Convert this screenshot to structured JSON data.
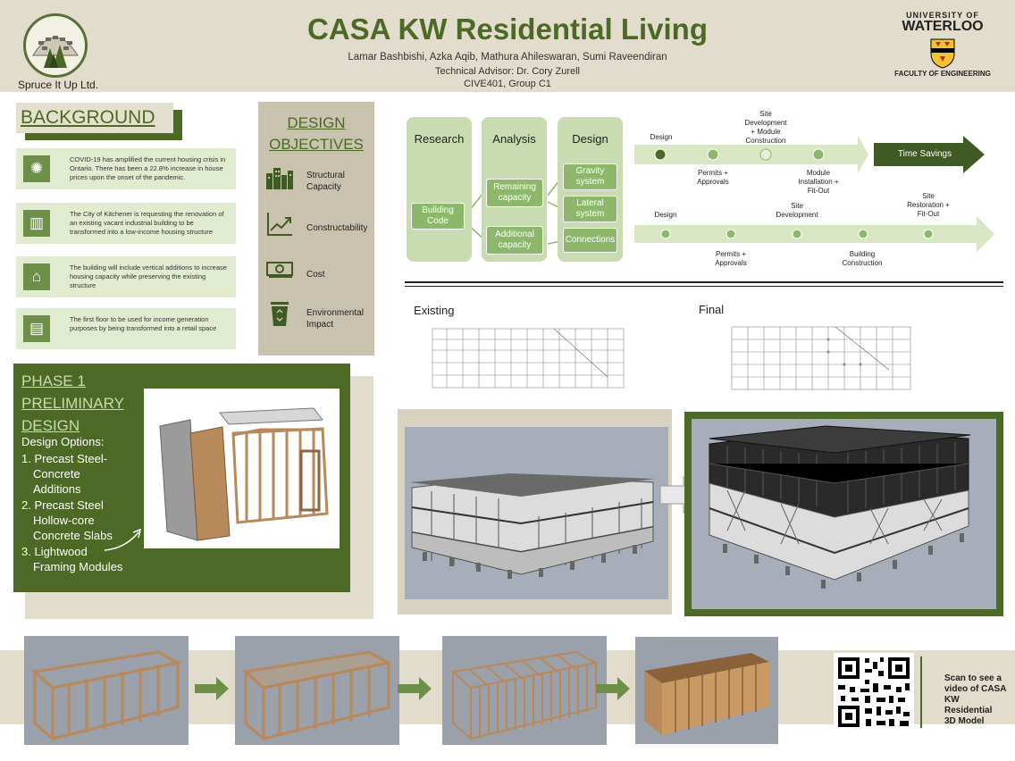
{
  "header": {
    "title": "CASA KW Residential Living",
    "authors": "Lamar Bashbishi, Azka Aqib, Mathura Ahileswaran, Sumi Raveendiran",
    "advisor": "Technical Advisor: Dr. Cory Zurell",
    "course": "CIVE401, Group C1",
    "company": "Spruce It Up Ltd.",
    "uw_top": "UNIVERSITY OF",
    "uw_main": "WATERLOO",
    "uw_faculty": "FACULTY OF ENGINEERING"
  },
  "background": {
    "title": "BACKGROUND",
    "items": [
      {
        "icon": "virus-icon",
        "text": "COVID-19 has amplified the current housing crisis in Ontario. There has been a 22.8% increase in house prices upon the onset of the pandemic."
      },
      {
        "icon": "building-icon",
        "text": "The City of Kitchener is requesting the renovation of an existing vacant industrial building to be transformed into a low-income housing structure"
      },
      {
        "icon": "house-icon",
        "text": "The building will include vertical additions to increase housing capacity while preserving the existing structure"
      },
      {
        "icon": "storefront-icon",
        "text": "The first floor to be used for income generation purposes by being transformed into a retail space"
      }
    ]
  },
  "objectives": {
    "title_line1": "DESIGN",
    "title_line2": "OBJECTIVES",
    "items": [
      {
        "icon": "city-icon",
        "line1": "Structural",
        "line2": "Capacity"
      },
      {
        "icon": "growth-chart-icon",
        "line1": "Constructability",
        "line2": ""
      },
      {
        "icon": "money-icon",
        "line1": "Cost",
        "line2": ""
      },
      {
        "icon": "recycle-bin-icon",
        "line1": "Environmental",
        "line2": "Impact"
      }
    ]
  },
  "process": {
    "research": "Research",
    "analysis": "Analysis",
    "design": "Design",
    "building_code_1": "Building",
    "building_code_2": "Code",
    "remaining_1": "Remaining",
    "remaining_2": "capacity",
    "additional_1": "Additional",
    "additional_2": "capacity",
    "gravity_1": "Gravity",
    "gravity_2": "system",
    "lateral_1": "Lateral",
    "lateral_2": "system",
    "connections": "Connections"
  },
  "timeline1": {
    "design": "Design",
    "permits_1": "Permits +",
    "permits_2": "Approvals",
    "site_1": "Site",
    "site_2": "Development",
    "site_3": "+ Module",
    "site_4": "Construction",
    "module_1": "Module",
    "module_2": "Installation +",
    "module_3": "Fit-Out",
    "savings": "Time Savings"
  },
  "timeline2": {
    "design": "Design",
    "permits_1": "Permits +",
    "permits_2": "Approvals",
    "site_1": "Site",
    "site_2": "Development",
    "building_1": "Building",
    "building_2": "Construction",
    "restore_1": "Site",
    "restore_2": "Restoration +",
    "restore_3": "Fit-Out"
  },
  "plans": {
    "existing": "Existing",
    "final": "Final"
  },
  "phase1": {
    "title_1": "PHASE 1",
    "title_2": "PRELIMINARY",
    "title_3": "DESIGN",
    "subtitle": "Design Options:",
    "opt1_a": "1. Precast Steel-",
    "opt1_b": "Concrete",
    "opt1_c": "Additions",
    "opt2_a": "2. Precast Steel",
    "opt2_b": "Hollow-core",
    "opt2_c": "Concrete Slabs",
    "opt3_a": "3. Lightwood",
    "opt3_b": "Framing Modules"
  },
  "qr": {
    "line1": "Scan to see a",
    "line2": "video of CASA",
    "line3": "KW Residential",
    "line4": "3D Model"
  },
  "colors": {
    "brand_green": "#4c6a25",
    "light_green": "#c9dbb0",
    "beige": "#e1dccb"
  }
}
